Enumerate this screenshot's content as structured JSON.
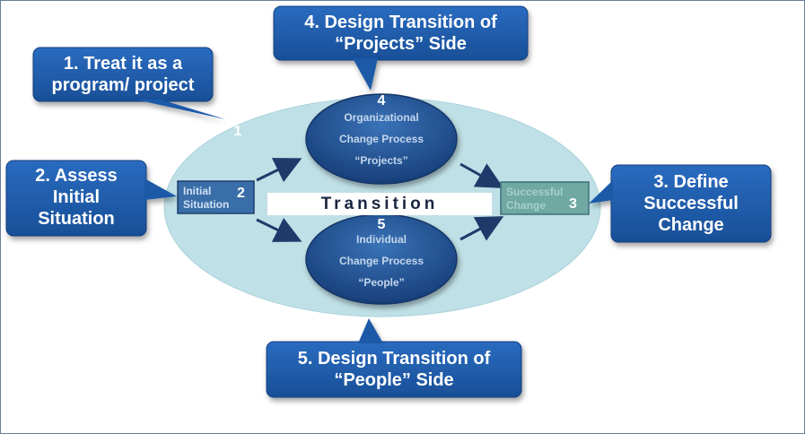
{
  "callouts": {
    "step1": {
      "line1": "1. Treat it as a",
      "line2": "program/ project"
    },
    "step2": {
      "line1": "2. Assess",
      "line2": "Initial",
      "line3": "Situation"
    },
    "step3": {
      "line1": "3. Define",
      "line2": "Successful",
      "line3": "Change"
    },
    "step4": {
      "line1": "4. Design Transition of",
      "line2": "“Projects” Side"
    },
    "step5": {
      "line1": "5. Design Transition of",
      "line2": "“People” Side"
    }
  },
  "diagram": {
    "ellipse_number": "1",
    "transition_label": "Transition",
    "initial": {
      "line1": "Initial",
      "line2": "Situation",
      "number": "2"
    },
    "successful": {
      "line1": "Successful",
      "line2": "Change",
      "number": "3"
    },
    "projects": {
      "number": "4",
      "line1": "Organizational",
      "line2": "Change Process",
      "line3": "“Projects”"
    },
    "people": {
      "number": "5",
      "line1": "Individual",
      "line2": "Change Process",
      "line3": "“People”"
    }
  },
  "colors": {
    "callout_blue": "#1c5aa8",
    "ellipse_fill": "#bfe0e6",
    "circle_fill": "#1f5597",
    "initial_box": "#3a6ea8",
    "successful_box": "#6da8a0",
    "arrow": "#1f3a6a"
  }
}
